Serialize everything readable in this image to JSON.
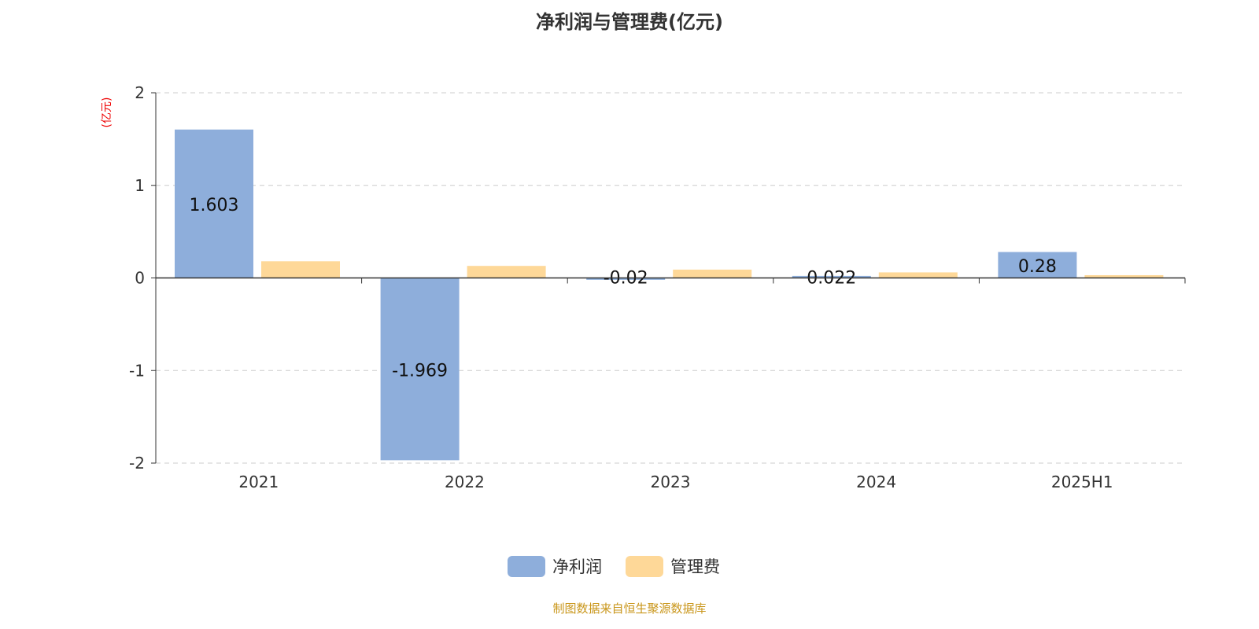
{
  "chart_data": {
    "type": "bar",
    "title": "净利润与管理费(亿元)",
    "ylabel": "(亿元)",
    "ylim": [
      -2,
      2
    ],
    "yticks": [
      2,
      1,
      0,
      -1,
      -2
    ],
    "categories": [
      "2021",
      "2022",
      "2023",
      "2024",
      "2025H1"
    ],
    "series": [
      {
        "name": "净利润",
        "color": "#8eaedb",
        "values": [
          1.603,
          -1.969,
          -0.02,
          0.022,
          0.28
        ],
        "labels": [
          "1.603",
          "-1.969",
          "-0.02",
          "0.022",
          "0.28"
        ]
      },
      {
        "name": "管理费",
        "color": "#fed898",
        "values": [
          0.18,
          0.13,
          0.09,
          0.06,
          0.03
        ]
      }
    ],
    "grid": true,
    "legend": "bottom-center"
  },
  "source": "制图数据来自恒生聚源数据库"
}
